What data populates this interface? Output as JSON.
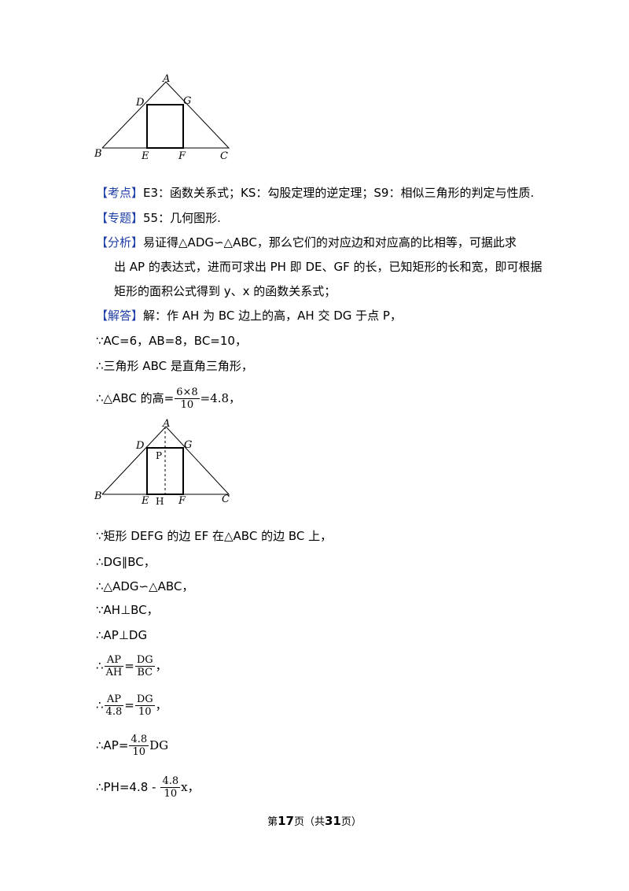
{
  "figure1": {
    "labels": {
      "A": "A",
      "B": "B",
      "C": "C",
      "D": "D",
      "E": "E",
      "F": "F",
      "G": "G"
    }
  },
  "figure2": {
    "labels": {
      "A": "A",
      "B": "B",
      "C": "C",
      "D": "D",
      "E": "E",
      "F": "F",
      "G": "G",
      "P": "P",
      "H": "H"
    }
  },
  "kaodian": {
    "tag": "【考点】",
    "text": "E3：函数关系式；KS：勾股定理的逆定理；S9：相似三角形的判定与性质."
  },
  "zhuanti": {
    "tag": "【专题】",
    "text": "55：几何图形."
  },
  "fenxi": {
    "tag": "【分析】",
    "lines": [
      "易证得△ADG∽△ABC，那么它们的对应边和对应高的比相等，可据此求",
      "出 AP 的表达式，进而可求出 PH 即 DE、GF 的长，已知矩形的长和宽，即可根据",
      "矩形的面积公式得到 y、x 的函数关系式；"
    ]
  },
  "jieda": {
    "tag": "【解答】",
    "text": "解：作 AH 为 BC 边上的高，AH 交 DG 于点 P，"
  },
  "steps": {
    "s1": "∵AC=6，AB=8，BC=10，",
    "s2": "∴三角形 ABC 是直角三角形，",
    "s3_pre": "∴△ABC 的高=",
    "s3_num": "6×8",
    "s3_den": "10",
    "s3_post": "=4.8，",
    "s4": "∵矩形 DEFG 的边 EF 在△ABC 的边 BC 上，",
    "s5": "∴DG∥BC，",
    "s6": "∴△ADG∽△ABC，",
    "s7": "∵AH⊥BC，",
    "s8": "∴AP⊥DG",
    "s9_pre": "∴",
    "s9_n1": "AP",
    "s9_d1": "AH",
    "s9_eq": "=",
    "s9_n2": "DG",
    "s9_d2": "BC",
    "s9_post": "，",
    "s10_pre": "∴",
    "s10_n1": "AP",
    "s10_d1": "4.8",
    "s10_eq": "=",
    "s10_n2": "DG",
    "s10_d2": "10",
    "s10_post": "，",
    "s11_pre": "∴AP=",
    "s11_num": "4.8",
    "s11_den": "10",
    "s11_post": "DG",
    "s12_pre": "∴PH=4.8 -",
    "s12_num": "4.8",
    "s12_den": "10",
    "s12_post": "x，"
  },
  "footer": {
    "pre": "第",
    "page": "17",
    "mid": "页（共",
    "total": "31",
    "post": "页）"
  }
}
